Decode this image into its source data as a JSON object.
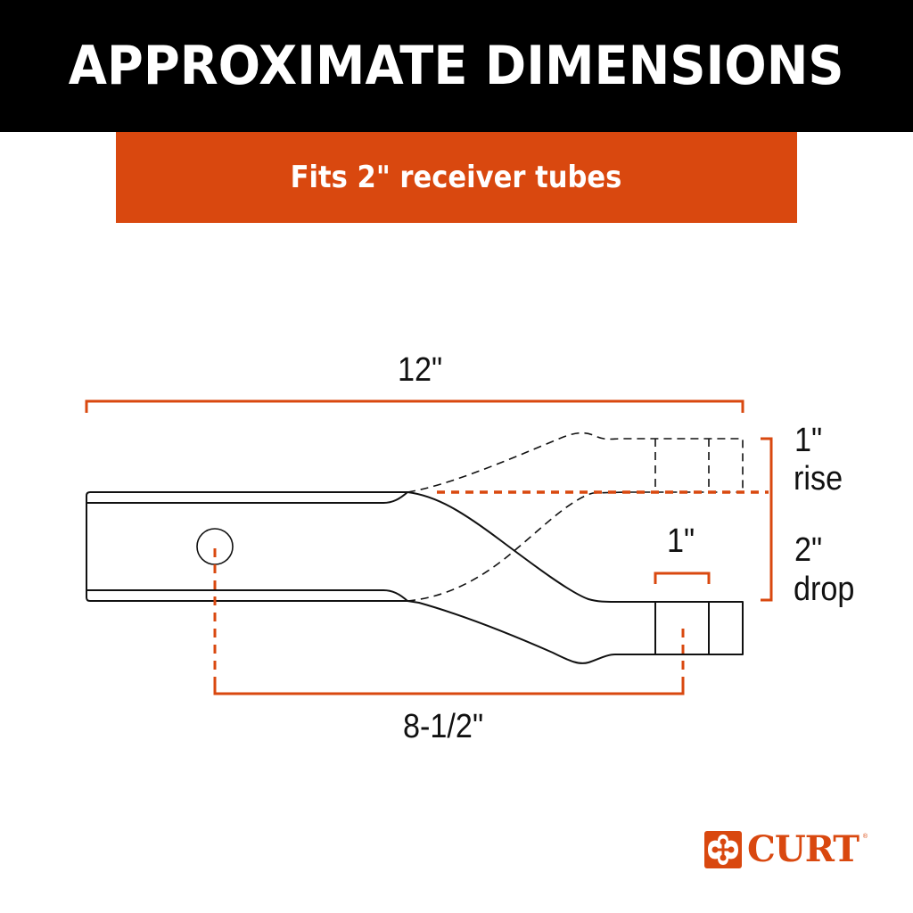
{
  "header": {
    "title": "APPROXIMATE DIMENSIONS",
    "background": "#000000"
  },
  "banner": {
    "text": "Fits 2\" receiver tubes",
    "color": "#d9480f"
  },
  "dimensions": {
    "overall_length": "12\"",
    "pin_hole_to_ball_hole": "8-1/2\"",
    "ball_hole_diameter": "1\"",
    "rise_value": "1\"",
    "rise_label": "rise",
    "drop_value": "2\"",
    "drop_label": "drop"
  },
  "colors": {
    "accent": "#d9480f",
    "line": "#111111",
    "background": "#ffffff"
  },
  "brand": {
    "name": "CURT",
    "registered": "®",
    "color": "#d9480f"
  }
}
